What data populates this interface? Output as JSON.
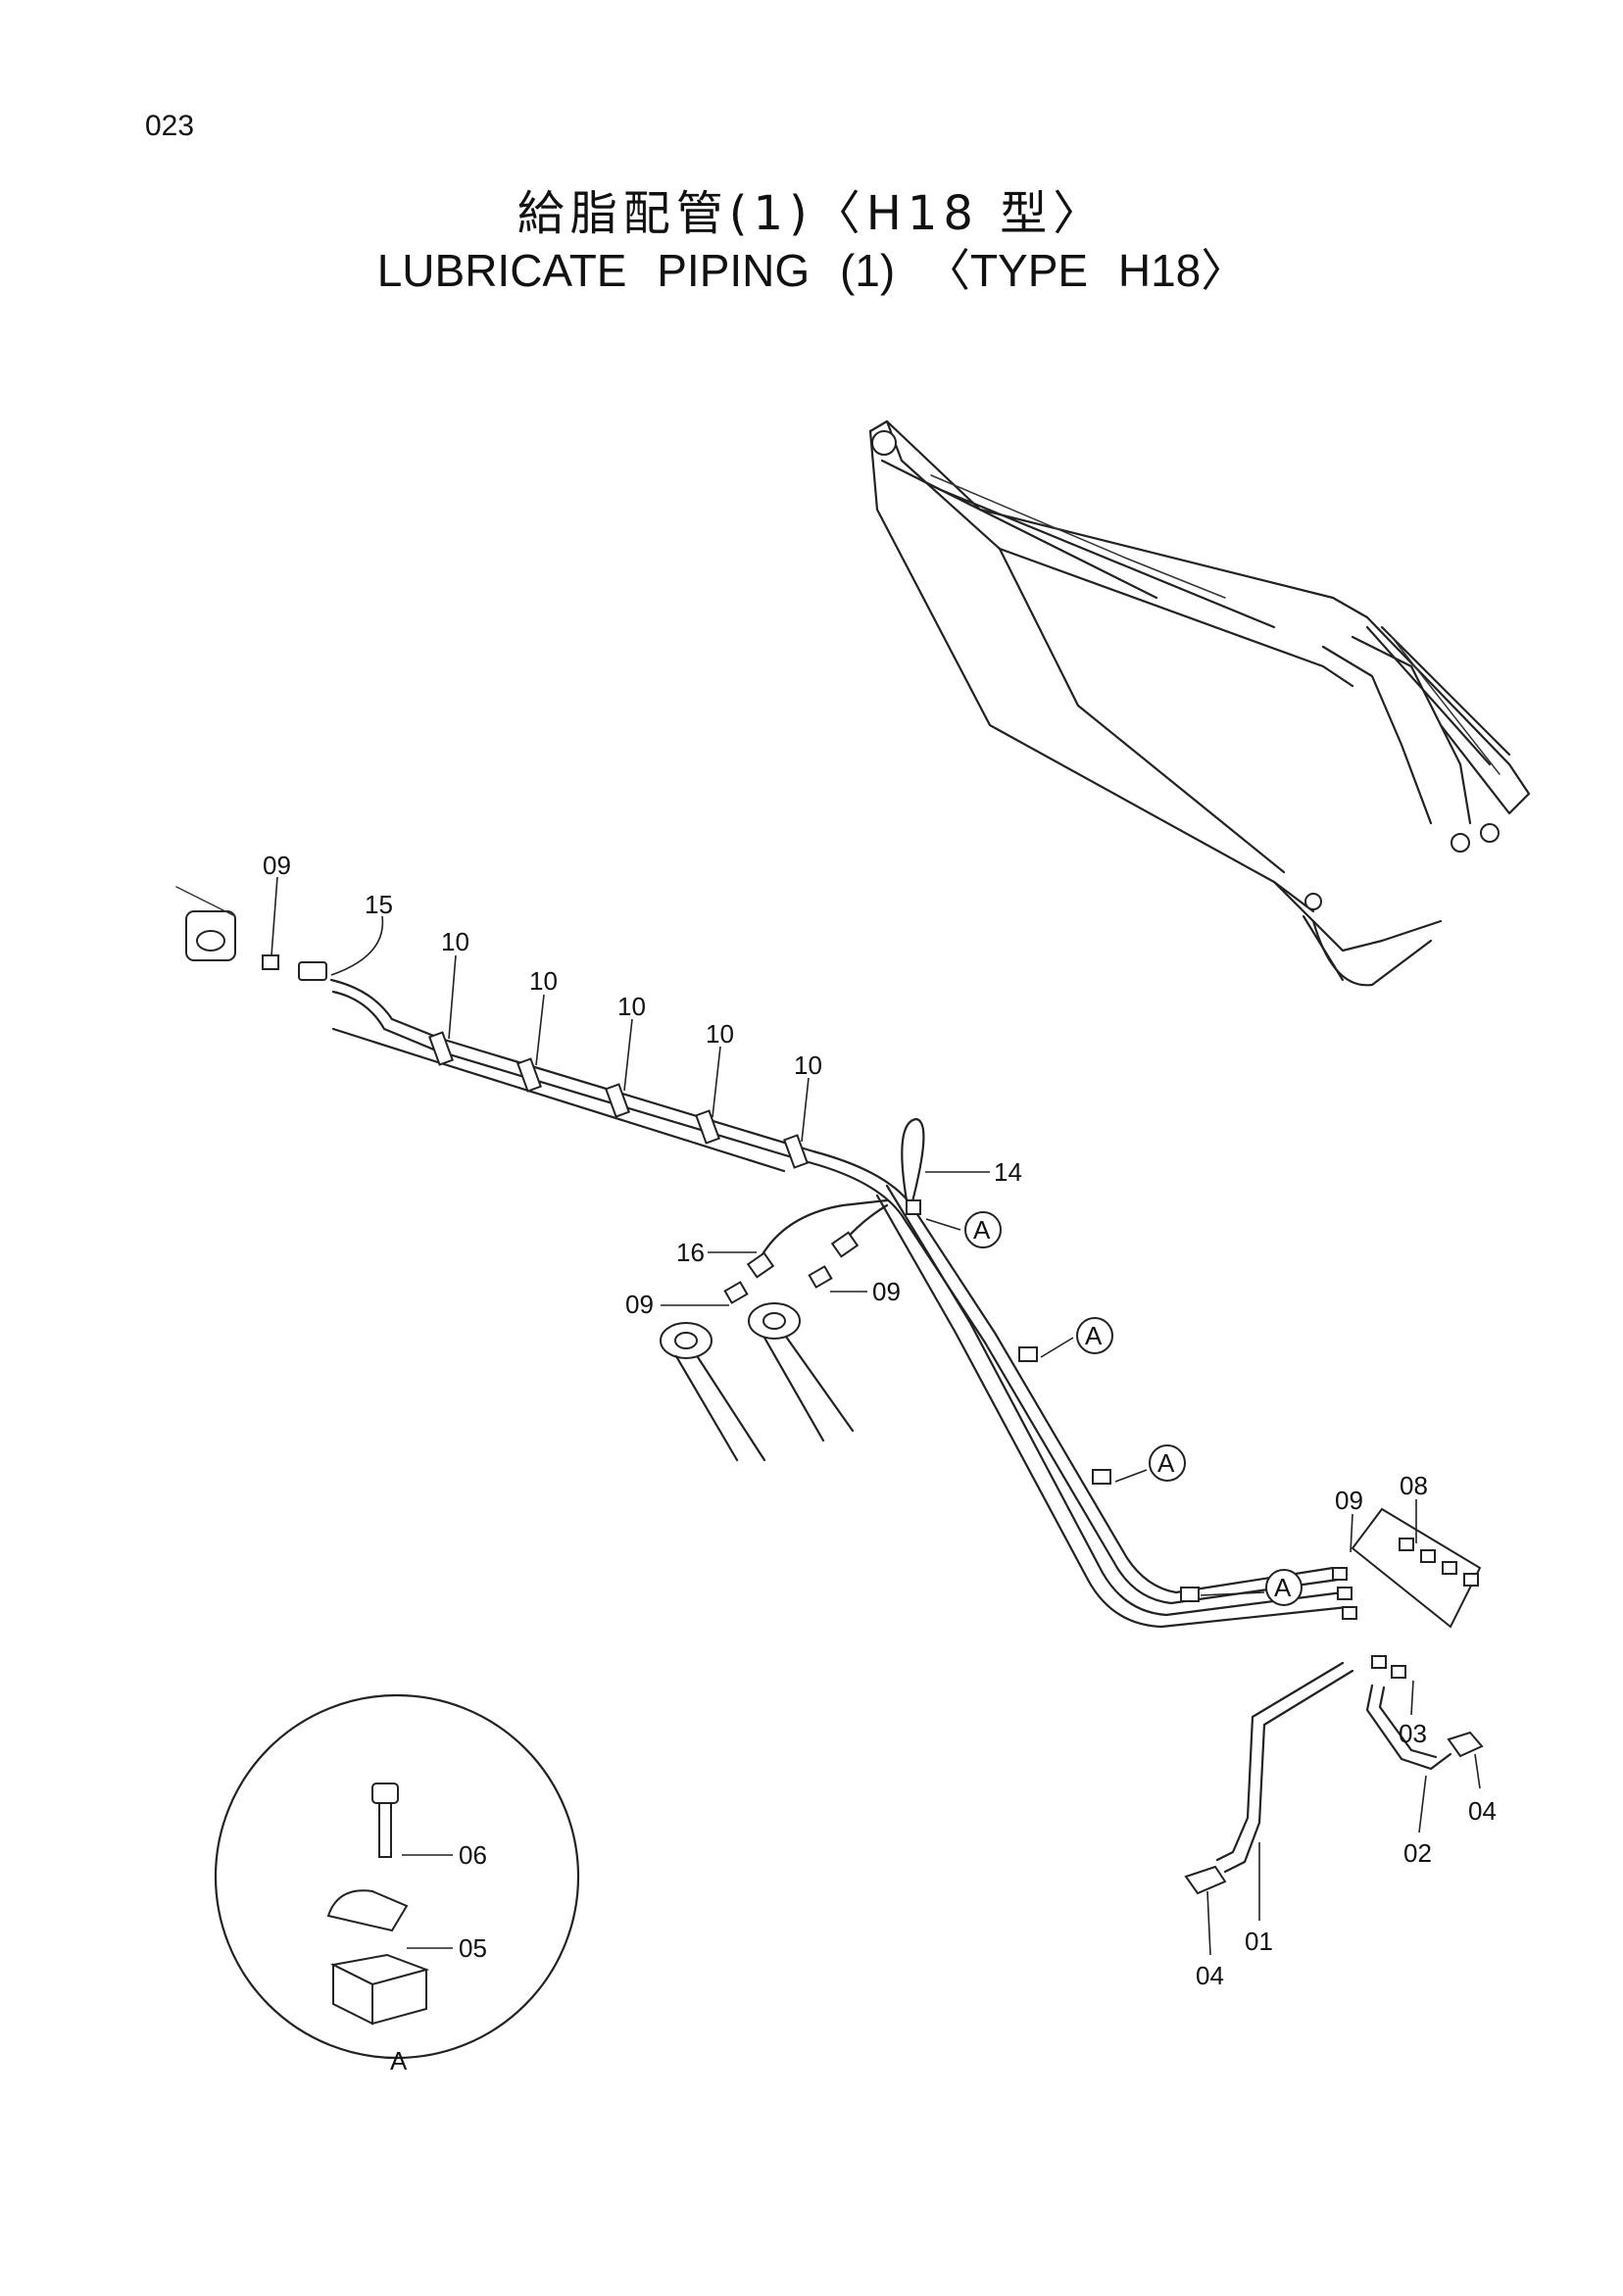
{
  "page": {
    "number": "023"
  },
  "title": {
    "japanese": "給脂配管(1)〈H18 型〉",
    "english": "LUBRICATE   PIPING (1) 〈TYPE   H18〉"
  },
  "callouts": {
    "p01": "01",
    "p02": "02",
    "p03": "03",
    "p04a": "04",
    "p04b": "04",
    "p05": "05",
    "p06": "06",
    "p08": "08",
    "p09a": "09",
    "p09b": "09",
    "p09c": "09",
    "p09d": "09",
    "p10a": "10",
    "p10b": "10",
    "p10c": "10",
    "p10d": "10",
    "p10e": "10",
    "p14": "14",
    "p15": "15",
    "p16": "16"
  },
  "detail_refs": {
    "a1": "A",
    "a2": "A",
    "a3": "A",
    "a4": "A"
  },
  "detail_view": {
    "label": "A"
  }
}
